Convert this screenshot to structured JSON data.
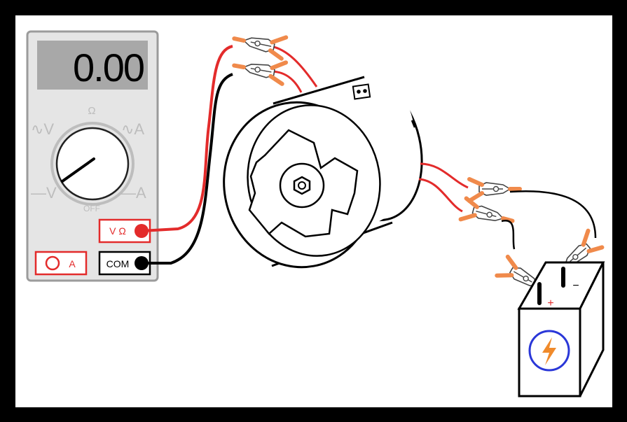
{
  "meter": {
    "display": "0.00",
    "dial": {
      "ohm": "Ω",
      "ac_volts": "∿V",
      "ac_amps": "∿A",
      "dc_volts": "—V",
      "dc_amps": "—A",
      "off": "OFF"
    },
    "jacks": {
      "volt_ohm": "V Ω",
      "amps": "A",
      "common": "COM"
    }
  },
  "battery": {
    "positive": "+",
    "negative": "−"
  },
  "colors": {
    "frame_bg": "#000000",
    "canvas_bg": "#ffffff",
    "meter_body": "#e5e5e5",
    "meter_border": "#9b9b9b",
    "display_bg": "#a8a8a8",
    "red_wire": "#e32b2b",
    "black_wire": "#000000",
    "clip_orange": "#f08a4b",
    "battery_symbol_ring": "#2a37d8",
    "battery_symbol_bolt": "#f08a2b"
  }
}
